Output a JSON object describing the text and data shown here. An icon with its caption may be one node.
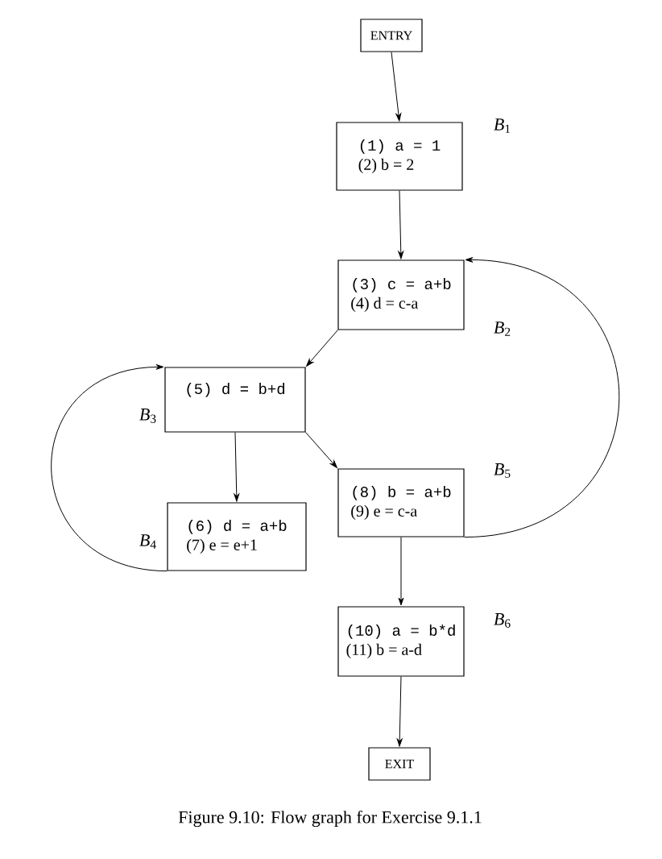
{
  "diagram": {
    "caption": "Figure 9.10: Flow graph for Exercise 9.1.1",
    "nodes": [
      {
        "text": [
          "ENTRY"
        ]
      },
      {
        "text": [
          "(1) a = 1",
          "(2) b = 2"
        ],
        "beside": [
          "*B*$_{1}$"
        ]
      },
      {
        "text": [
          "(3) c = a+b",
          "(4) d = c-a"
        ],
        "beside": [
          "*B*$_{2}$"
        ]
      },
      {
        "text": [
          "(5) d = b+d"
        ],
        "beside": [
          "*B*$_{3}$"
        ]
      },
      {
        "text": [
          "(6) d = a+b",
          "(7) e = e+1"
        ],
        "beside": [
          "*B*$_{4}$"
        ]
      },
      {
        "text": [
          "(8) b = a+b",
          "(9) e = c-a"
        ],
        "beside": [
          "*B*$_{5}$"
        ]
      },
      {
        "text": [
          "(10) a = b*d",
          "(11) b = a-d"
        ],
        "beside": [
          "*B*$_{6}$"
        ]
      },
      {
        "text": [
          "EXIT"
        ]
      }
    ],
    "edges": [
      {
        "from": 0,
        "to": 1,
        "arrow": "to"
      },
      {
        "from": 1,
        "to": 2,
        "arrow": "to"
      },
      {
        "from": 2,
        "to": 3,
        "arrow": "to"
      },
      {
        "from": 3,
        "to": 4,
        "arrow": "to"
      },
      {
        "from": 3,
        "to": 5,
        "arrow": "to"
      },
      {
        "from": 4,
        "to": 3,
        "arrow": "to"
      },
      {
        "from": 5,
        "to": 2,
        "arrow": "to"
      },
      {
        "from": 5,
        "to": 6,
        "arrow": "to"
      },
      {
        "from": 6,
        "to": 7,
        "arrow": "to"
      }
    ]
  }
}
